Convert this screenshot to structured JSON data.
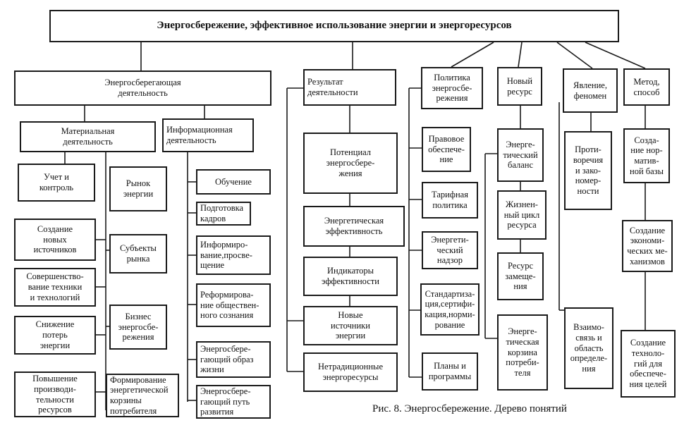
{
  "title": "Энергосбережение, эффективное использование энергии и энергоресурсов",
  "branches": {
    "activity": "Энергосберегающая\nдеятельность",
    "result": "Результат\nдеятельности",
    "policy": "Политика\nэнергосбе-\nрежения",
    "resource": "Новый\nресурс",
    "phenomenon": "Явление,\nфеномен",
    "method": "Метод,\nспособ"
  },
  "activity": {
    "material": "Материальная\nдеятельность",
    "info": "Информационная\nдеятельность",
    "material_col1": [
      "Учет и\nконтроль",
      "Создание\nновых\nисточников",
      "Совершенство-\nвание техники\nи технологий",
      "Снижение\nпотерь\nэнергии",
      "Повышение\nпроизводи-\nтельности\nресурсов"
    ],
    "material_col2": [
      "Рынок\nэнергии",
      "Субъекты\nрынка",
      "Бизнес\nэнергосбе-\nрежения",
      "Формирование\nэнергетической\nкорзины\nпотребителя"
    ],
    "info_items": [
      "Обучение",
      "Подготовка\nкадров",
      "Информиро-\nвание,просве-\nщение",
      "Реформирова-\nние обществен-\nного сознания",
      "Энергосбере-\nгающий образ\nжизни",
      "Энергосбере-\nгающий путь\nразвития"
    ]
  },
  "result_items": [
    "Потенциал\nэнергосбере-\nжения",
    "Энергетическая\nэффективность",
    "Индикаторы\nэффективности",
    "Новые\nисточники\nэнергии",
    "Нетрадиционные\nэнергоресурсы"
  ],
  "policy_items": [
    "Правовое\nобеспече-\nние",
    "Тарифная\nполитика",
    "Энергети-\nческий\nнадзор",
    "Стандартиза-\nция,сертифи-\nкация,норми-\nрование",
    "Планы и\nпрограммы"
  ],
  "resource_items": [
    "Энерге-\nтический\nбаланс",
    "Жизнен-\nный цикл\nресурса",
    "Ресурс\nзамеще-\nния",
    "Энерге-\nтическая\nкорзина\nпотреби-\nтеля"
  ],
  "phenomenon_items": [
    "Проти-\nворечия\nи зако-\nномер-\nности",
    "Взаимо-\nсвязь и\nобласть\nопределе-\nния"
  ],
  "method_items": [
    "Созда-\nние нор-\nматив-\nной базы",
    "Создание\nэкономи-\nческих ме-\nханизмов",
    "Создание\nтехноло-\nгий для\nобеспече-\nния целей"
  ],
  "caption": "Рис.   8. Энергосбережение. Дерево понятий"
}
